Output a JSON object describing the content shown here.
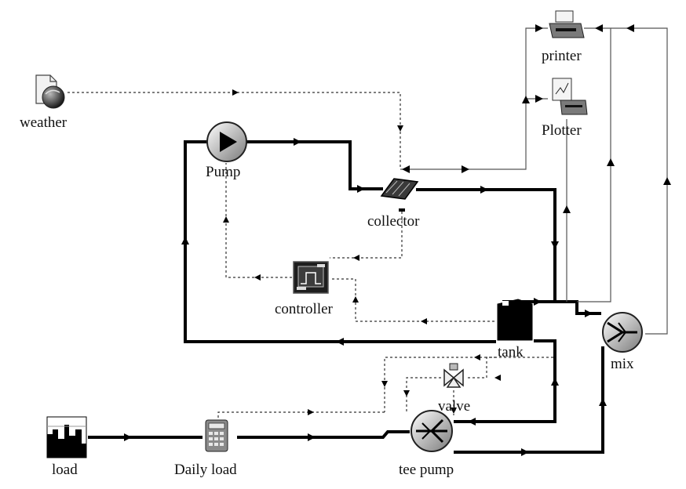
{
  "components": {
    "weather": "weather",
    "pump": "Pump",
    "collector": "collector",
    "controller": "controller",
    "printer": "printer",
    "plotter": "Plotter",
    "tank": "tank",
    "mix": "mix",
    "valve": "valve",
    "load": "load",
    "daily_load": "Daily load",
    "tee_pump": "tee pump"
  },
  "icons": {
    "weather": "weather-globe-icon",
    "pump": "pump-icon",
    "collector": "solar-collector-icon",
    "controller": "on-off-controller-icon",
    "printer": "printer-icon",
    "plotter": "plotter-icon",
    "tank": "storage-tank-icon",
    "mix": "mixer-icon",
    "valve": "diverter-valve-icon",
    "load": "load-profile-icon",
    "daily_load": "calculator-icon",
    "tee_pump": "tee-pump-icon"
  },
  "colors": {
    "pipe": "#000000",
    "signal": "#333333",
    "output": "#555555"
  }
}
